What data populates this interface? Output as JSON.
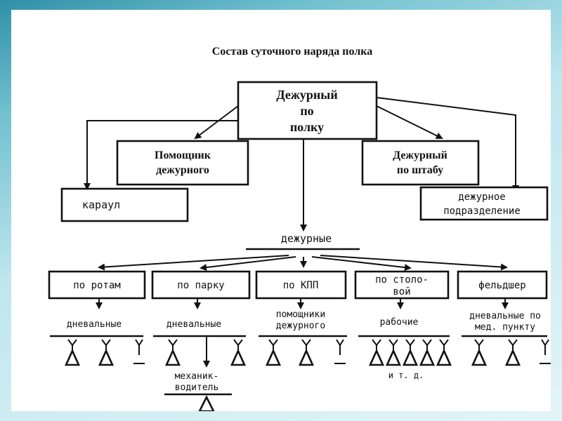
{
  "title": "Состав суточного наряда полка",
  "top": {
    "line1": "Дежурный",
    "line2": "по",
    "line3": "полку"
  },
  "assistant": {
    "line1": "Помощник",
    "line2": "дежурного"
  },
  "staff": {
    "line1": "Дежурный",
    "line2": "по штабу"
  },
  "guard": "караул",
  "duty_unit": {
    "line1": "дежурное",
    "line2": "подразделение"
  },
  "duty_label": "дежурные",
  "columns": [
    {
      "box": [
        "по ротам"
      ],
      "under": [
        "дневальные"
      ]
    },
    {
      "box": [
        "по парку"
      ],
      "under": [
        "дневальные"
      ],
      "extra": [
        "механик-",
        "водитель"
      ]
    },
    {
      "box": [
        "по КПП"
      ],
      "under": [
        "помощники",
        "дежурного"
      ]
    },
    {
      "box": [
        "по столо-",
        "вой"
      ],
      "under": [
        "рабочие"
      ],
      "extra": [
        "и  т.  д."
      ]
    },
    {
      "box": [
        "фельдшер"
      ],
      "under": [
        "дневальные по",
        "мед. пункту"
      ]
    }
  ],
  "colors": {
    "ink": "#111111",
    "background_top": "#2f8fa6",
    "background_bottom": "#e3f5f8"
  }
}
